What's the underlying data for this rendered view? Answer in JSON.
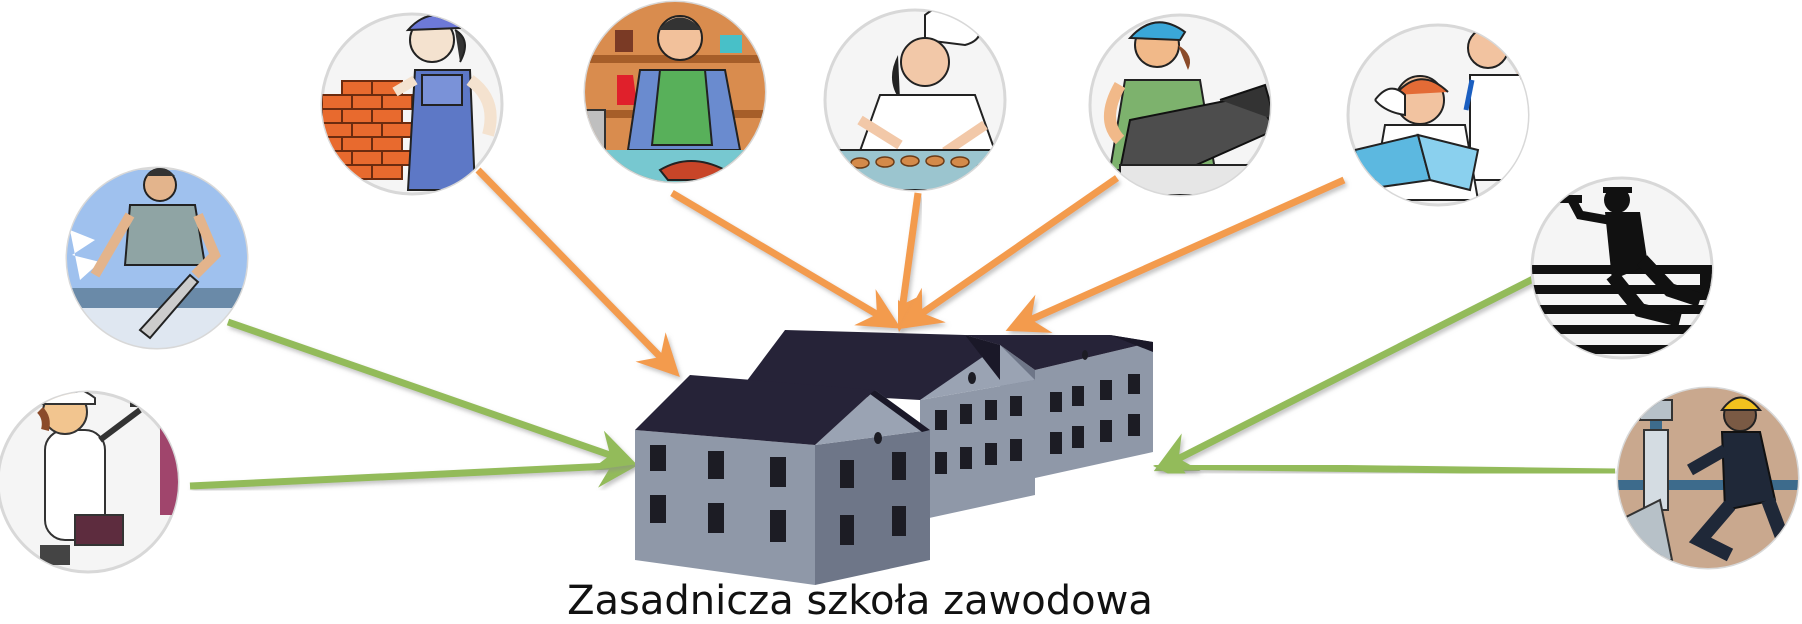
{
  "caption": "Zasadnicza szkoła zawodowa",
  "colors": {
    "orange_arrow": "#f39b4e",
    "green_arrow": "#93bb5a",
    "roof": "#262338",
    "wall": "#8f98a8",
    "wall_dark": "#6e7688",
    "window": "#1c1c24"
  },
  "professions": [
    {
      "icon": "painter-icon",
      "arrow": "green"
    },
    {
      "icon": "carpenter-icon",
      "arrow": "green"
    },
    {
      "icon": "bricklayer-icon",
      "arrow": "orange"
    },
    {
      "icon": "shoemaker-icon",
      "arrow": "orange"
    },
    {
      "icon": "baker-icon",
      "arrow": "orange"
    },
    {
      "icon": "seamstress-icon",
      "arrow": "orange"
    },
    {
      "icon": "hairdresser-icon",
      "arrow": "orange"
    },
    {
      "icon": "roofer-icon",
      "arrow": "green"
    },
    {
      "icon": "plumber-icon",
      "arrow": "green"
    }
  ]
}
